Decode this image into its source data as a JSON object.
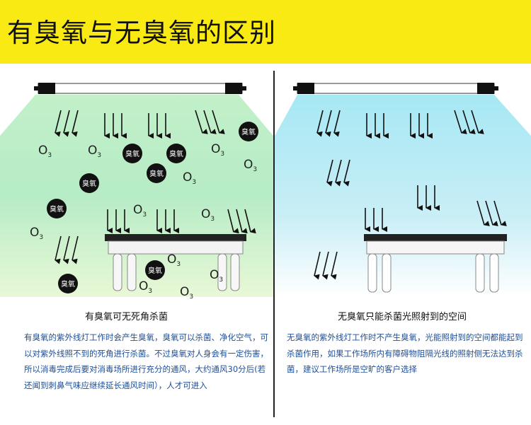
{
  "header": {
    "title": "有臭氧与无臭氧的区别",
    "background": "#f9ea13"
  },
  "left": {
    "caption": "有臭氧可无死角杀菌",
    "description": "有臭氧的紫外线灯工作时会产生臭氧，臭氧可以杀菌、净化空气，可以对紫外线照不到的死角进行杀菌。不过臭氧对人身会有一定伤害，所以消毒完成后要对消毒场所进行充分的通风，大约通风30分后(若还闻到刺鼻气味应继续延长通风时间），人才可进入",
    "bubble_label": "臭氧",
    "o3_label": "O",
    "o3_sub": "3",
    "glow_color": "#a8eac0"
  },
  "right": {
    "caption": "无臭氧只能杀菌光照射到的空间",
    "description": "无臭氧的紫外线灯工作时不产生臭氧，光能照射到的空间都能起到杀菌作用，如果工作场所内有障碍物阻隔光线的照射侧无法达到杀菌，建议工作场所是空旷的客户选择",
    "glow_color": "#aee6f2"
  }
}
